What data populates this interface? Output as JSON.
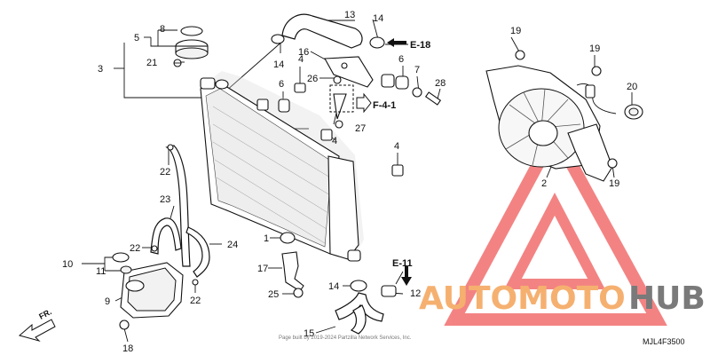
{
  "labels": {
    "p1": "1",
    "p2": "2",
    "p3": "3",
    "p4a": "4",
    "p4b": "4",
    "p4c": "4",
    "p5": "5",
    "p6a": "6",
    "p6b": "6",
    "p7": "7",
    "p8": "8",
    "p9": "9",
    "p10": "10",
    "p11": "11",
    "p12": "12",
    "p13": "13",
    "p14a": "14",
    "p14b": "14",
    "p14c": "14",
    "p15": "15",
    "p16": "16",
    "p17": "17",
    "p18": "18",
    "p19a": "19",
    "p19b": "19",
    "p19c": "19",
    "p20": "20",
    "p21": "21",
    "p22a": "22",
    "p22b": "22",
    "p22c": "22",
    "p23": "23",
    "p24": "24",
    "p25": "25",
    "p26": "26",
    "p27": "27",
    "p28": "28"
  },
  "refs": {
    "e18": "E-18",
    "f41": "F-4-1",
    "e11": "E-11"
  },
  "orientation_label": "FR.",
  "diagram_code": "MJL4F3500",
  "copyright": "Page built by 2019-2024 Partzilla Network Services, Inc.",
  "watermark": {
    "part1": "AUTOMOTO",
    "part2": "HUB",
    "color1": "#f5b070",
    "color2": "#7a7a7a",
    "triangle_color": "#f05a5a"
  }
}
